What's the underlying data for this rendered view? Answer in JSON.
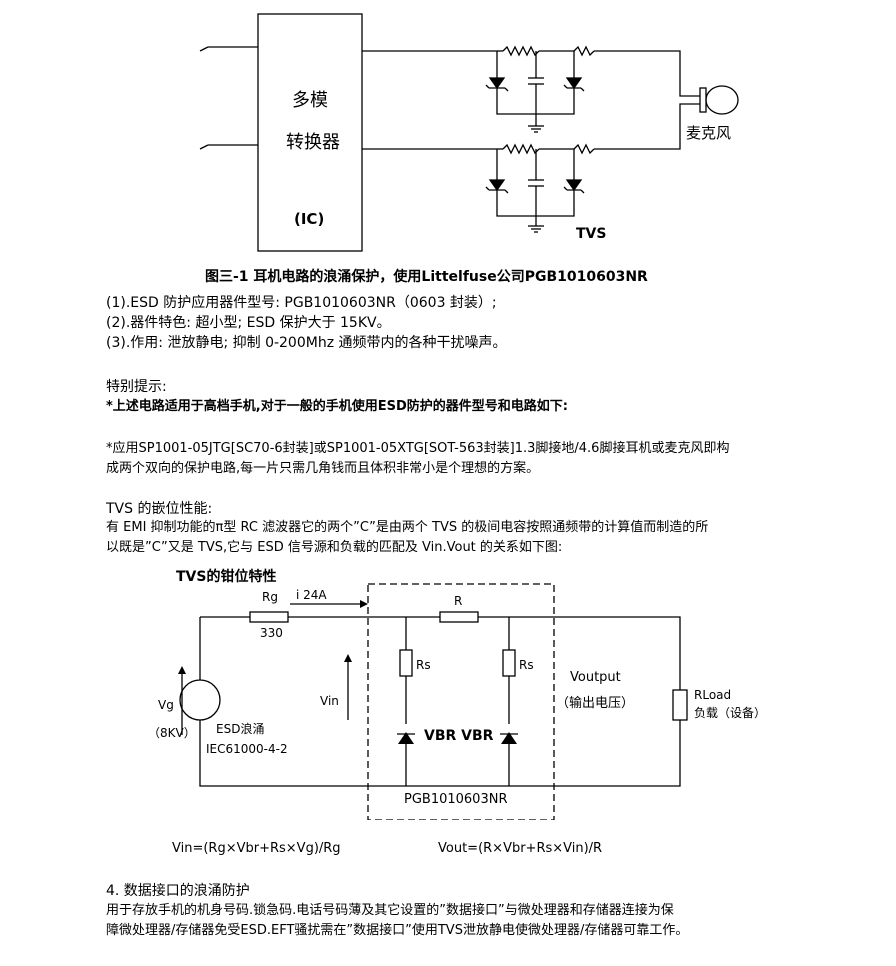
{
  "figure1": {
    "ic_line1": "多模",
    "ic_line2": "转换器",
    "ic_label": "(IC)",
    "mic_label": "麦克风",
    "tvs_label": "TVS",
    "caption": "图三-1 耳机电路的浪涌保护，使用Littelfuse公司PGB1010603NR"
  },
  "specs": [
    "(1).ESD 防护应用器件型号: PGB1010603NR（0603 封装）;",
    "(2).器件特色: 超小型; ESD 保护大于 15KV。",
    "(3).作用: 泄放静电; 抑制 0-200Mhz 通频带内的各种干扰噪声。"
  ],
  "notice": {
    "heading": "特别提示:",
    "bold_line": "*上述电路适用于高档手机,对于一般的手机使用ESD防护的器件型号和电路如下:",
    "para_line1": "*应用SP1001-05JTG[SC70-6封装]或SP1001-05XTG[SOT-563封装]1.3脚接地/4.6脚接耳机或麦克风即构",
    "para_line2": "成两个双向的保护电路,每一片只需几角钱而且体积非常小是个理想的方案。"
  },
  "tvs_section": {
    "heading": "TVS 的嵌位性能:",
    "line1": "有 EMI 抑制功能的π型 RC 滤波器它的两个”C”是由两个 TVS 的极间电容按照通频带的计算值而制造的所",
    "line2": "以既是”C”又是 TVS,它与 ESD 信号源和负载的匹配及 Vin.Vout 的关系如下图:"
  },
  "figure2": {
    "title": "TVS的钳位特性",
    "rg": "Rg",
    "rg_value": "330",
    "current": "i 24A",
    "r": "R",
    "rs1": "Rs",
    "rs2": "Rs",
    "vin": "Vin",
    "vg": "Vg",
    "vg_value": "（8KV）",
    "esd": "ESD浪涌",
    "iec": "IEC61000-4-2",
    "vbr": "VBR VBR",
    "voutput": "Voutput",
    "voutput_cn": "（输出电压）",
    "rload": "RLoad",
    "load_cn": "负载（设备）",
    "part": "PGB1010603NR",
    "formula_vin": "Vin=(Rg×Vbr+Rs×Vg)/Rg",
    "formula_vout": "Vout=(R×Vbr+Rs×Vin)/R"
  },
  "section4": {
    "heading": "4. 数据接口的浪涌防护",
    "line1": "用于存放手机的机身号码.锁急码.电话号码薄及其它设置的”数据接口”与微处理器和存储器连接为保",
    "line2": "障微处理器/存储器免受ESD.EFT骚扰需在”数据接口”使用TVS泄放静电使微处理器/存储器可靠工作。"
  }
}
